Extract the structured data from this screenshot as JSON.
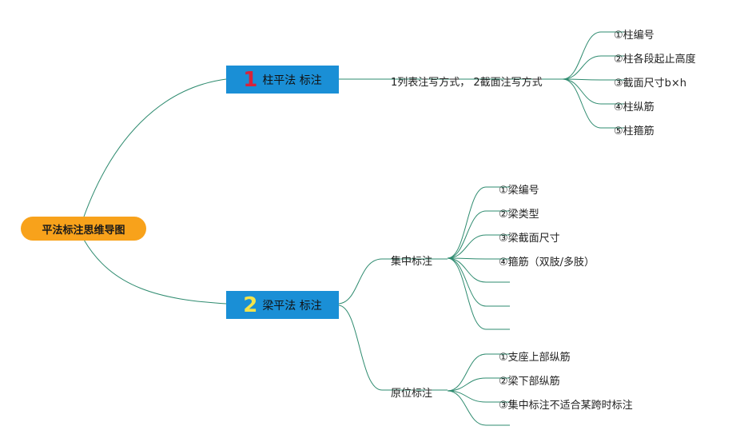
{
  "root": {
    "label": "平法标注思维导图"
  },
  "branch1": {
    "number": "1",
    "label": "柱平法 标注",
    "sub": "1列表注写方式， 2截面注写方式",
    "items": [
      "①柱编号",
      "②柱各段起止高度",
      "③截面尺寸b×h",
      "④柱纵筋",
      "⑤柱箍筋"
    ]
  },
  "branch2": {
    "number": "2",
    "label": "梁平法 标注",
    "groups": [
      {
        "label": "集中标注",
        "items": [
          "①梁编号",
          "②梁类型",
          "③梁截面尺寸",
          "④箍筋（双肢/多肢）",
          "",
          "",
          ""
        ]
      },
      {
        "label": "原位标注",
        "items": [
          "①支座上部纵筋",
          "②梁下部纵筋",
          "③集中标注不适合某跨时标注",
          ""
        ]
      }
    ]
  },
  "colors": {
    "edge": "#2e8b6f",
    "root": "#f8a21b",
    "branch": "#1a8fd6",
    "num1": "#d8233a",
    "num2": "#f4e44a"
  }
}
